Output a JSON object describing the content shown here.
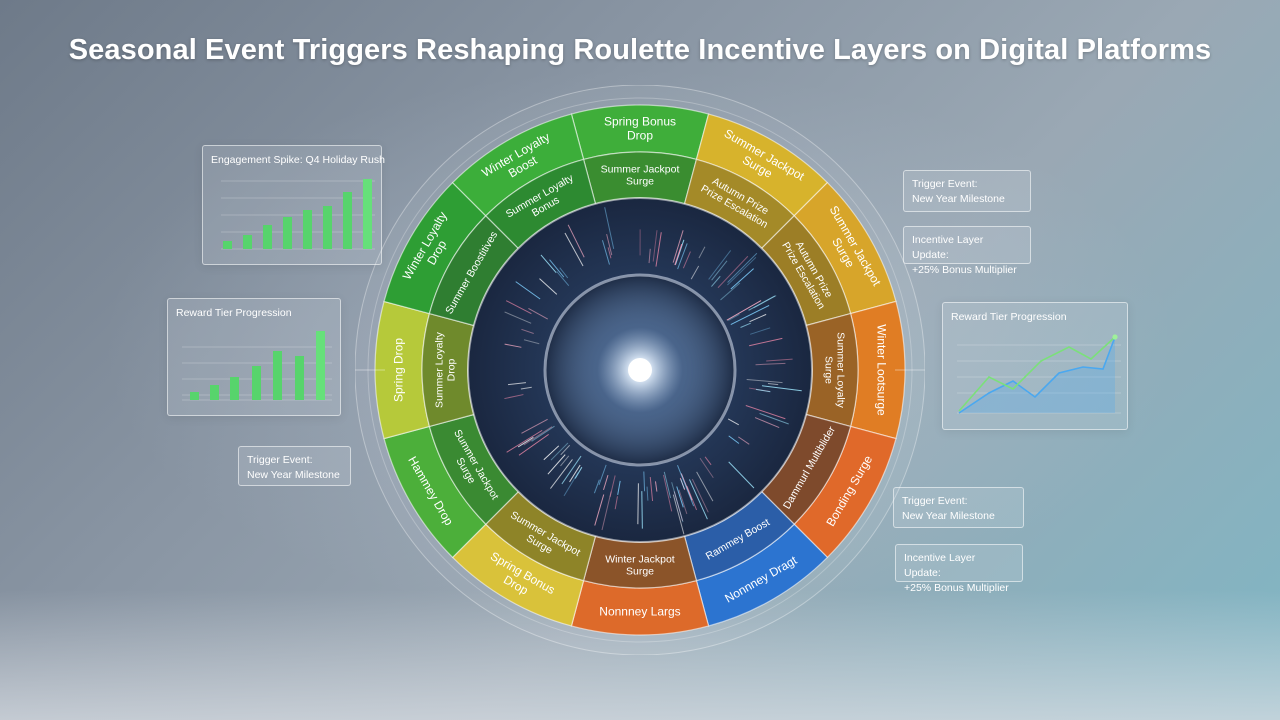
{
  "title": "Seasonal Event Triggers Reshaping Roulette Incentive Layers on Digital Platforms",
  "panels": {
    "engagement": {
      "title": "Engagement Spike: Q4 Holiday Rush"
    },
    "reward_left": {
      "title": "Reward Tier Progression"
    },
    "reward_right": {
      "title": "Reward Tier Progression"
    }
  },
  "cards": {
    "top_right_trigger": {
      "label": "Trigger Event:",
      "value": "New Year Milestone"
    },
    "top_right_incentive": {
      "label": "Incentive Layer Update:",
      "value": "+25% Bonus Multiplier"
    },
    "left_trigger": {
      "label": "Trigger Event:",
      "value": "New Year Milestone"
    },
    "bottom_right_trigger": {
      "label": "Trigger Event:",
      "value": "New Year Milestone"
    },
    "bottom_right_incentive": {
      "label": "Incentive Layer Update:",
      "value": "+25% Bonus Multiplier"
    }
  },
  "wheel": {
    "outer_ring": [
      {
        "label": "Spring Bonus Drop",
        "color": "#3fae3a"
      },
      {
        "label": "Summer Jackpot Surge",
        "color": "#d7b32c"
      },
      {
        "label": "Summer Jackpot Surge",
        "color": "#d7a52a"
      },
      {
        "label": "Winter Lootsurge",
        "color": "#e07d24"
      },
      {
        "label": "Bonding Surge",
        "color": "#e0692a"
      },
      {
        "label": "Nonnney Dragt",
        "color": "#2c74d0"
      },
      {
        "label": "Nonnney Largs",
        "color": "#dd6a2a"
      },
      {
        "label": "Spring Bonus Drop",
        "color": "#d9c23a"
      },
      {
        "label": "Hammey Drop",
        "color": "#4caf3a"
      },
      {
        "label": "Spring Drop",
        "color": "#b6c93a"
      },
      {
        "label": "Winter Loyalty Drop",
        "color": "#2e9e34"
      },
      {
        "label": "Winter Loyalty Boost",
        "color": "#3cae3a"
      }
    ],
    "inner_ring": [
      {
        "label": "Summer Jackpot Surge",
        "color": "#3a8d30"
      },
      {
        "label": "Autumn Prize Prize Escalation",
        "color": "#a48a28"
      },
      {
        "label": "Autumn Prize Prize Escalation",
        "color": "#9c7e26"
      },
      {
        "label": "Summer Loyalty Surge",
        "color": "#9a6326"
      },
      {
        "label": "Dammurl Multiblider",
        "color": "#7e4a2c"
      },
      {
        "label": "Rammey Boost",
        "color": "#2b5ea8"
      },
      {
        "label": "Winter Jackpot Surge",
        "color": "#8b5429"
      },
      {
        "label": "Summer Jackpot Surge",
        "color": "#8e8428"
      },
      {
        "label": "Summer Jackpot Surge",
        "color": "#3a8a32"
      },
      {
        "label": "Summer Loyalty Drop",
        "color": "#6f8a2c"
      },
      {
        "label": "Summer Boostitives",
        "color": "#2f7e31"
      },
      {
        "label": "Summer Loyalty Bonus",
        "color": "#2d8a31"
      }
    ]
  },
  "colors": {
    "bar_green": "#4fd96a",
    "line_blue": "#4aa8f0",
    "line_green": "#7be07a"
  }
}
